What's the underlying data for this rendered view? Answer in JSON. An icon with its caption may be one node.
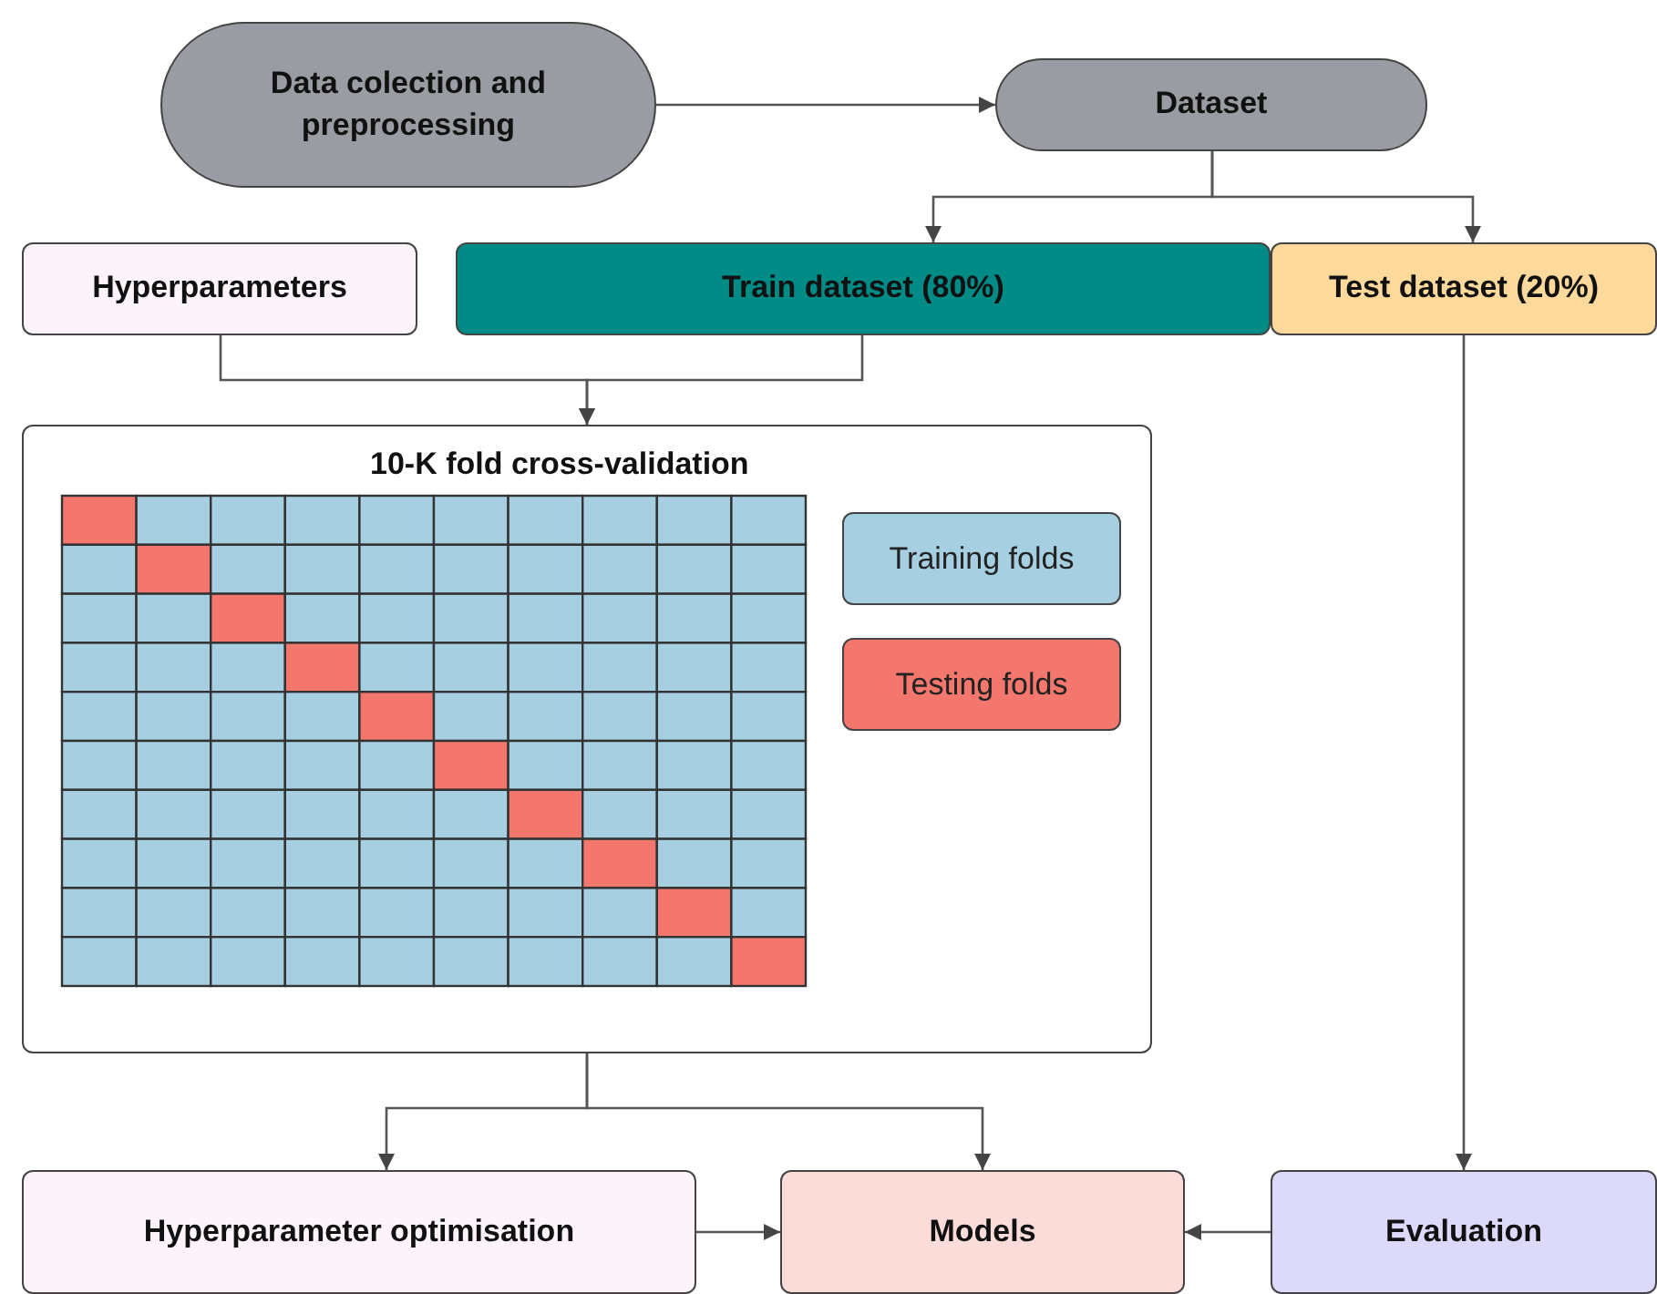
{
  "diagram": {
    "nodes": [
      {
        "text": [
          "Data colection and preprocessing"
        ]
      },
      {
        "text": [
          "Dataset"
        ]
      },
      {
        "text": [
          "Hyperparameters"
        ]
      },
      {
        "text": [
          "Train dataset (80%)"
        ]
      },
      {
        "text": [
          "Test dataset (20%)"
        ]
      },
      {
        "text": [
          "10-K fold cross-validation"
        ]
      },
      {
        "text": [
          "Hyperparameter optimisation"
        ]
      },
      {
        "text": [
          "Models"
        ]
      },
      {
        "text": [
          "Evaluation"
        ]
      }
    ],
    "edges": [
      {
        "from": 0,
        "to": 1,
        "arrow": "to"
      },
      {
        "from": 1,
        "to": 3,
        "arrow": "to"
      },
      {
        "from": 1,
        "to": 4,
        "arrow": "to"
      },
      {
        "from": 2,
        "to": 5,
        "arrow": "to"
      },
      {
        "from": 3,
        "to": 5,
        "arrow": "to"
      },
      {
        "from": 5,
        "to": 6,
        "arrow": "to"
      },
      {
        "from": 5,
        "to": 7,
        "arrow": "to"
      },
      {
        "from": 4,
        "to": 8,
        "arrow": "to"
      },
      {
        "from": 6,
        "to": 7,
        "arrow": "to"
      },
      {
        "from": 8,
        "to": 7,
        "arrow": "to"
      }
    ],
    "legend": [
      {
        "text": "Training folds",
        "color": "#a6cfe2"
      },
      {
        "text": "Testing folds",
        "color": "#f4776e"
      }
    ]
  }
}
